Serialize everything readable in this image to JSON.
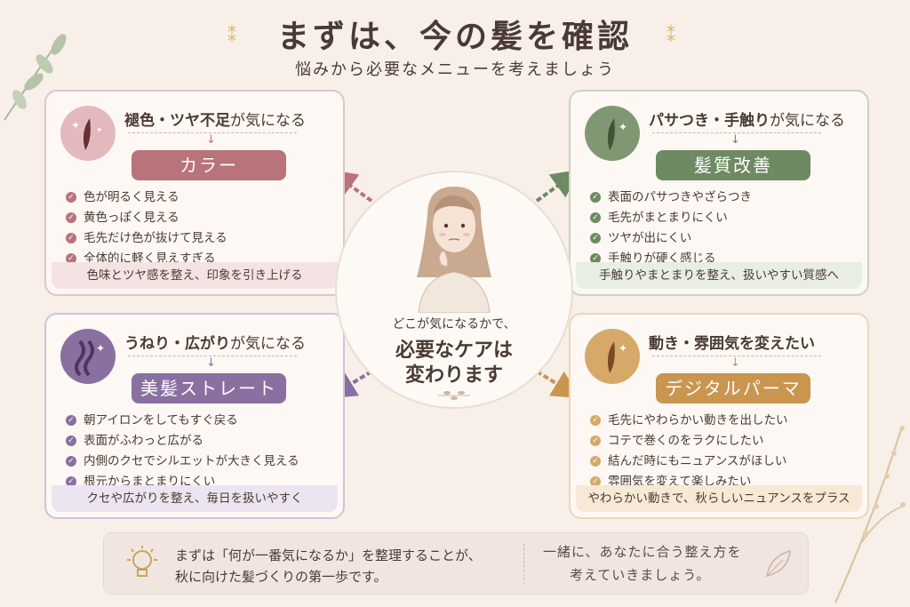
{
  "header": {
    "title": "まずは、今の髪を確認",
    "subtitle": "悩みから必要なメニューを考えましょう"
  },
  "colors": {
    "rose": "#b8737b",
    "green": "#6e8a62",
    "purple": "#8a6fa1",
    "gold": "#c9954f"
  },
  "cards": [
    {
      "concern_bold": "褪色・ツヤ不足",
      "concern_rest": "が気になる",
      "arrow": "↓",
      "menu": "カラー",
      "items": [
        "色が明るく見える",
        "黄色っぽく見える",
        "毛先だけ色が抜けて見える",
        "全体的に軽く見えすぎる"
      ],
      "footer": "色味とツヤ感を整え、印象を引き上げる"
    },
    {
      "concern_bold": "パサつき・手触り",
      "concern_rest": "が気になる",
      "arrow": "↓",
      "menu": "髪質改善",
      "items": [
        "表面のパサつきやざらつき",
        "毛先がまとまりにくい",
        "ツヤが出にくい",
        "手触りが硬く感じる"
      ],
      "footer": "手触りやまとまりを整え、扱いやすい質感へ"
    },
    {
      "concern_bold": "うねり・広がり",
      "concern_rest": "が気になる",
      "arrow": "↓",
      "menu": "美髪ストレート",
      "items": [
        "朝アイロンをしてもすぐ戻る",
        "表面がふわっと広がる",
        "内側のクセでシルエットが大きく見える",
        "根元からまとまりにくい"
      ],
      "footer": "クセや広がりを整え、毎日を扱いやすく"
    },
    {
      "concern_bold": "動き・雰囲気を変えたい",
      "concern_rest": "",
      "arrow": "↓",
      "menu": "デジタルパーマ",
      "items": [
        "毛先にやわらかい動きを出したい",
        "コテで巻くのをラクにしたい",
        "結んだ時にもニュアンスがほしい",
        "雰囲気を変えて楽しみたい"
      ],
      "footer": "やわらかい動きで、秋らしいニュアンスをプラス"
    }
  ],
  "center": {
    "line1": "どこが気になるかで、",
    "line2": "必要なケアは",
    "line3": "変わります"
  },
  "tip": {
    "line1": "まずは「何が一番気になるか」を整理することが、",
    "line2": "秋に向けた髪づくりの第一歩です。",
    "right1": "一緒に、あなたに合う整え方を",
    "right2": "考えていきましょう。"
  },
  "icons": [
    "lightbulb-icon",
    "leaf-icon",
    "sparkle-icon",
    "hair-strand-icon",
    "check-icon"
  ]
}
